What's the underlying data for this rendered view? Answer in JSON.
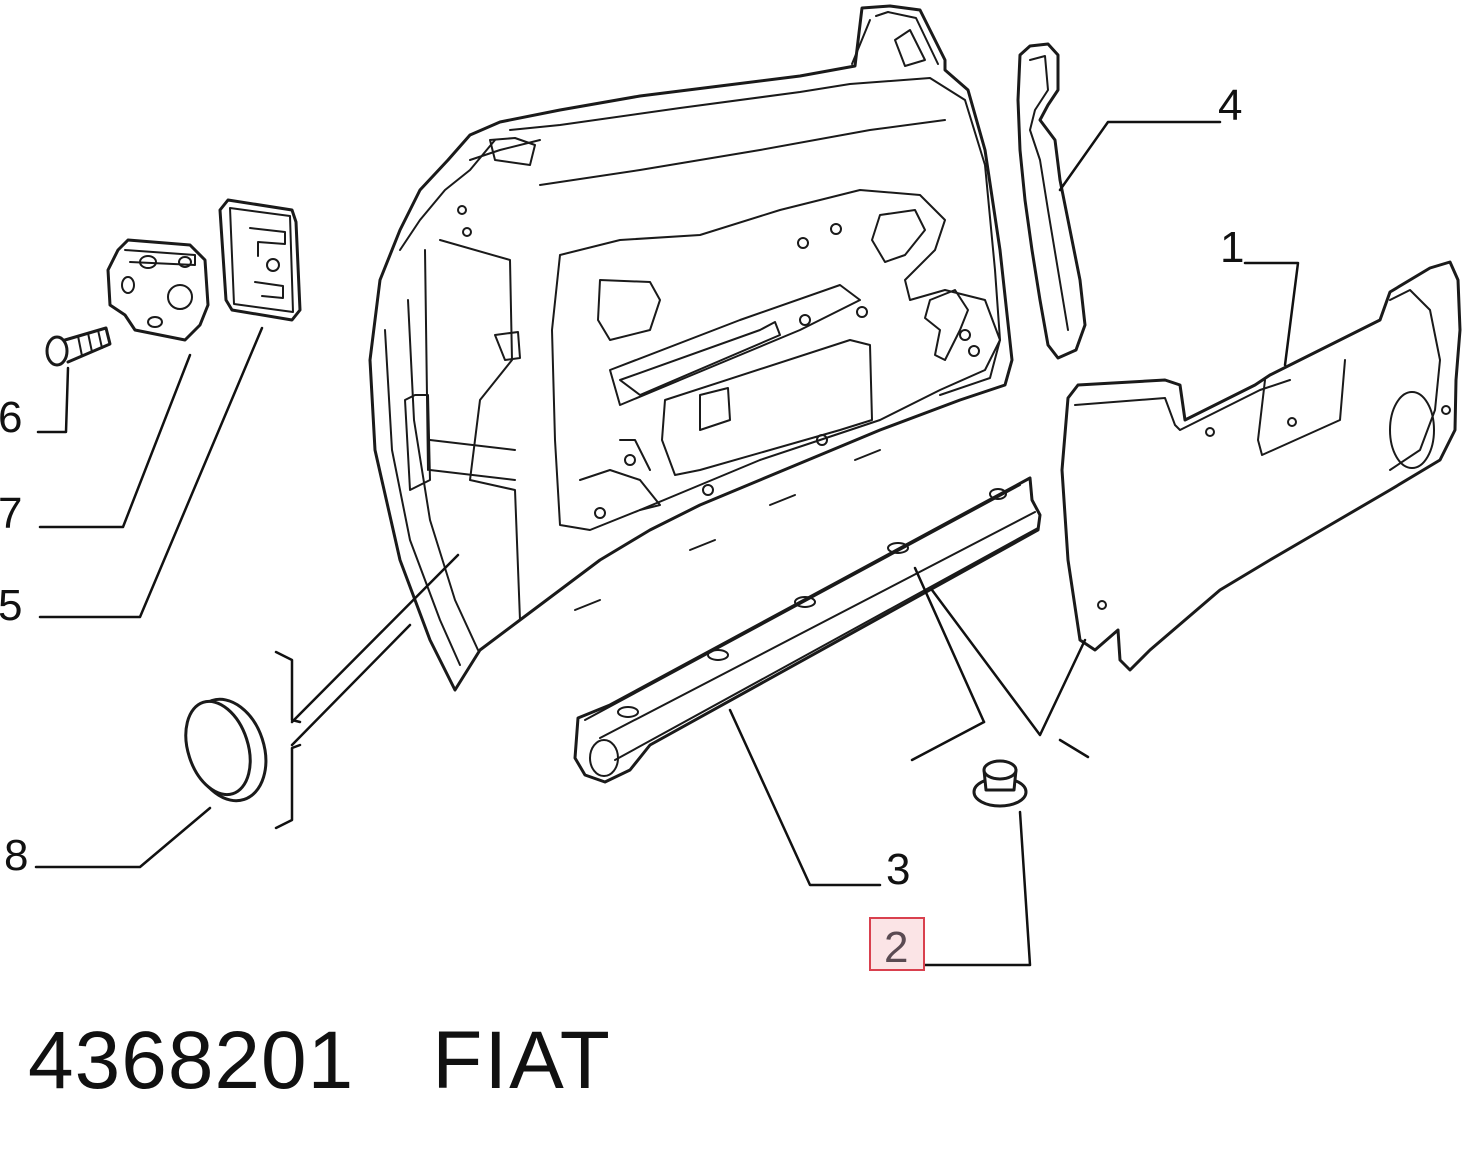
{
  "diagram": {
    "callouts": {
      "c1": "1",
      "c2": "2",
      "c3": "3",
      "c4": "4",
      "c5": "5",
      "c6": "6",
      "c7": "7",
      "c8": "8"
    },
    "highlighted_callout": "2"
  },
  "footer": {
    "part_number": "4368201",
    "brand": "FIAT"
  }
}
